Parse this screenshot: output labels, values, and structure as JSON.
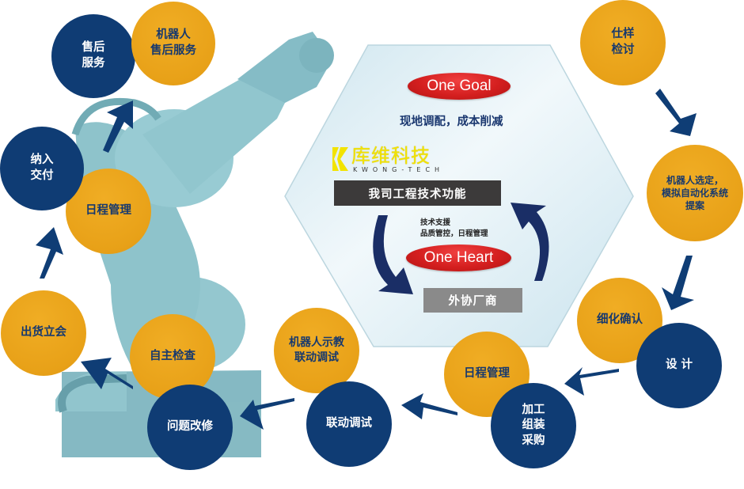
{
  "colors": {
    "navy": "#0f3c74",
    "orange": "#e8a118",
    "arrow": "#0f3d75",
    "red_pill": "#d41f1f",
    "hexagon_fill": "#d6ebf3",
    "robot_tint": "#86c2cc",
    "logo_yellow": "#f2e300",
    "dark_box": "#3c3a3a",
    "gray_box": "#8a8a8a"
  },
  "center": {
    "one_goal": "One Goal",
    "goal_slogan": "现地调配，成本削减",
    "logo": {
      "cn": "库维科技",
      "en": "KWONG-TECH"
    },
    "engineering_box": "我司工程技术功能",
    "support_text": "技术支援\n品质管控，日程管理",
    "one_heart": "One Heart",
    "vendor_box": "外协厂商"
  },
  "steps": [
    {
      "id": "spec-review",
      "label": "仕样\n检讨",
      "color": "orange"
    },
    {
      "id": "robot-selection",
      "label": "机器人选定，\n模拟自动化系统\n提案",
      "color": "orange"
    },
    {
      "id": "detail-confirm",
      "label": "细化确认",
      "color": "orange"
    },
    {
      "id": "design",
      "label": "设 计",
      "color": "navy"
    },
    {
      "id": "schedule-right",
      "label": "日程管理",
      "color": "orange"
    },
    {
      "id": "processing",
      "label": "加工\n组装\n采购",
      "color": "navy"
    },
    {
      "id": "robot-teaching",
      "label": "机器人示教\n联动调试",
      "color": "orange"
    },
    {
      "id": "linkage-debug",
      "label": "联动调试",
      "color": "navy"
    },
    {
      "id": "self-inspection",
      "label": "自主检查",
      "color": "orange"
    },
    {
      "id": "problem-fix",
      "label": "问题改修",
      "color": "navy"
    },
    {
      "id": "shipment-meeting",
      "label": "出货立会",
      "color": "orange"
    },
    {
      "id": "schedule-left",
      "label": "日程管理",
      "color": "orange"
    },
    {
      "id": "delivery",
      "label": "纳入\n交付",
      "color": "navy"
    },
    {
      "id": "after-sales",
      "label": "售后\n服务",
      "color": "navy"
    },
    {
      "id": "robot-after-sales",
      "label": "机器人\n售后服务",
      "color": "orange"
    }
  ]
}
